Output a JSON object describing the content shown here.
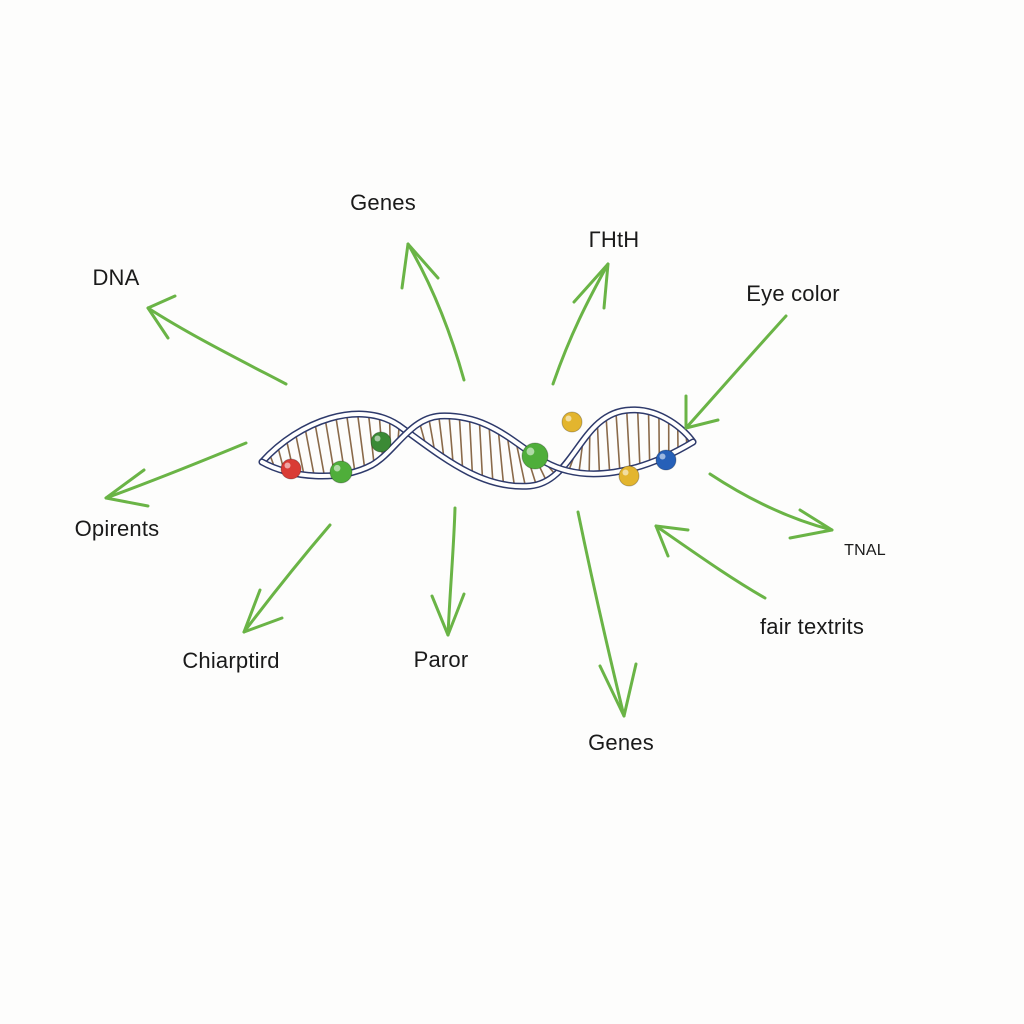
{
  "labels": {
    "dna": "DNA",
    "genes_top": "Genes",
    "rhth": "ΓHtH",
    "eye_color": "Eye color",
    "opirents": "Opirents",
    "tnal": "TNAL",
    "chiarptird": "Chiarptird",
    "paror": "Paror",
    "fair_textrits": "fair textrits",
    "genes_bottom": "Genes"
  },
  "colors": {
    "arrow": "#6ab446",
    "strand_outer": "#2e3a6b",
    "strand_inner": "#ffffff",
    "rung": "#8a6a4a",
    "bead_red": "#d93b35",
    "bead_green": "#4fae3a",
    "bead_dark_green": "#3b8a35",
    "bead_yellow": "#e3b52e",
    "bead_blue": "#2660b8"
  },
  "icons": {
    "helix": "dna-double-helix-icon",
    "arrow": "hand-drawn-arrow-icon"
  }
}
